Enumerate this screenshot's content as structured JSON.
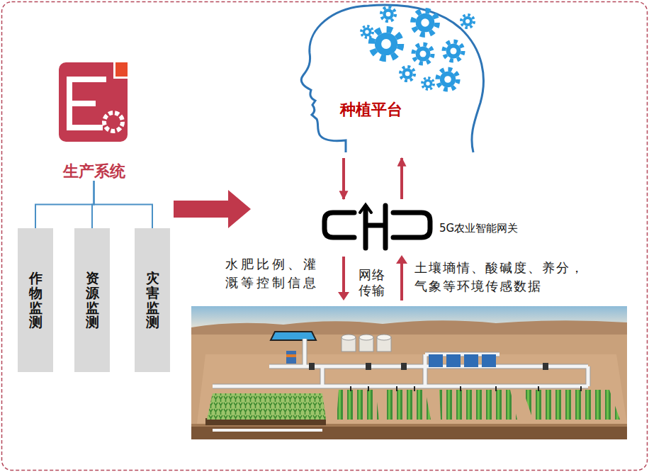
{
  "diagram": {
    "nodes": [
      {
        "text": [
          "生产系统"
        ]
      },
      {
        "text": [
          "作物监测"
        ]
      },
      {
        "text": [
          "资源监测"
        ]
      },
      {
        "text": [
          "灾害监测"
        ]
      },
      {
        "text": [
          "种植平台"
        ]
      },
      {
        "text": [
          "5G农业智能网关"
        ]
      }
    ],
    "edges": [
      {
        "from": 0,
        "to": 1,
        "arrow": "none"
      },
      {
        "from": 0,
        "to": 2,
        "arrow": "none"
      },
      {
        "from": 0,
        "to": 3,
        "arrow": "none"
      },
      {
        "from": 4,
        "to": 5,
        "arrow": "to"
      },
      {
        "from": 5,
        "to": 4,
        "arrow": "to"
      }
    ],
    "labels": [
      "水肥比例、灌溉等控制信息",
      "网络传输",
      "土壤墒情、酸碱度、养分，气象等环境传感数据"
    ]
  }
}
